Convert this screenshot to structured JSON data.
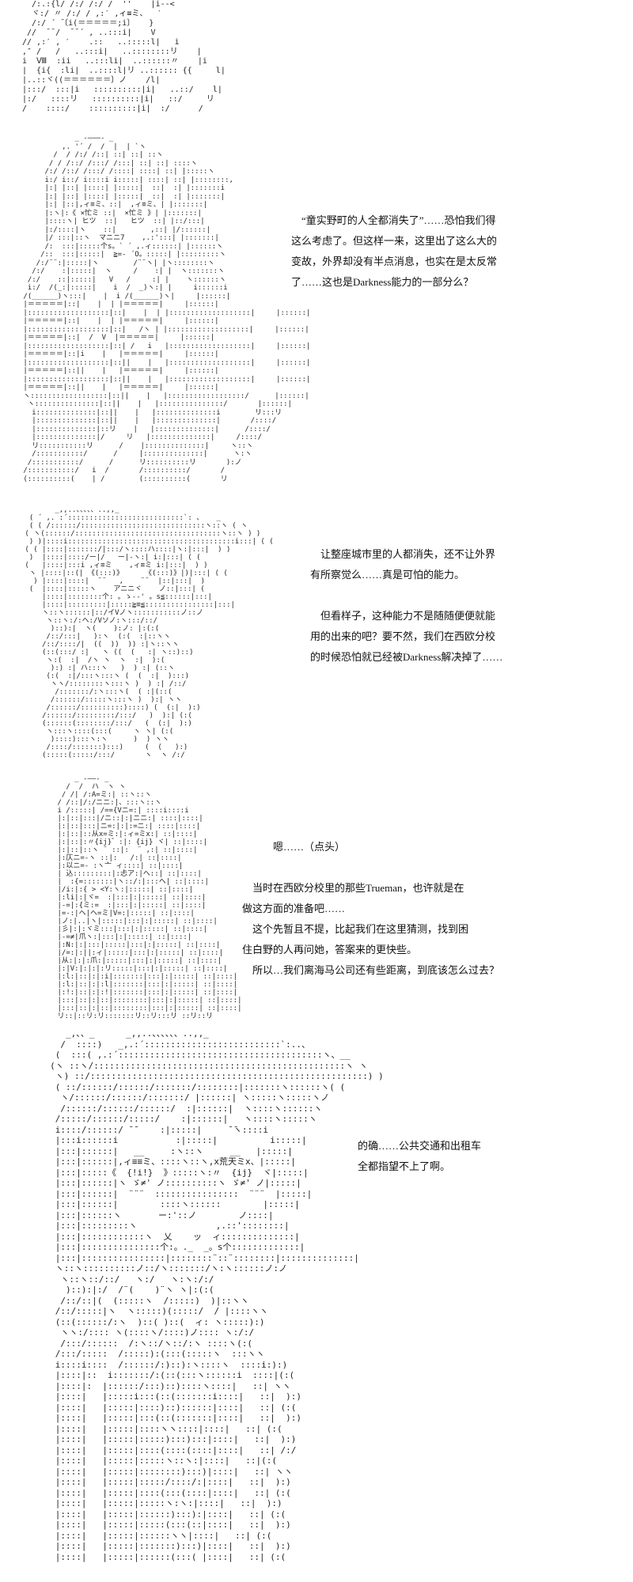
{
  "colors": {
    "background": "#ffffff",
    "ascii_art_ink": "#222222",
    "dialogue_ink": "#111111"
  },
  "panels": [
    {
      "id": "panel-1",
      "art": [
        "  /:.:{l/ /:/ /:/ /  ''    |i-‐<",
        "  ヾ:/ 〃 /:/ / ,:′ ,ィ≡ミ、  ′",
        "  /:/ ´ ̄〔i(＝＝＝＝＝;i〕   }",
        " //  ̄ ̄ /  ̄ ̄ ´ , ..:::i|    V",
        "// ,:′ , ′    .::   ..:::::l|   i",
        ",″ /   /   ..:::i|   ..::::::::リ    |",
        "i  Ⅷ  :ii   ..:::li|  ..::::::〃    |i",
        "|  {i{  :li|  ..::::l|リ ..:::::: {{     l|",
        "|..::ヾ((＝＝＝＝＝＝〕ノ    /l|",
        "|:::/  :::|i   ::::::::::|i|   ..::/    l|",
        "|:/   ::::リ   ::::::::::|i|   ::/     リ",
        "/    ::::/    ::::::::::|i|  :/      /"
      ]
    },
    {
      "id": "panel-2",
      "art": [
        "             _ -―――- _",
        "          ,. '´ /  /  |  | `ヽ",
        "        /  / /:/ /::| ::| ::| ::ヽ",
        "       / / /::/ /:::/ /:::| ::| ::| ::::ヽ",
        "      /:/ /::/ /:::/ /::::| ::::| ::| |:::::ヽ",
        "      i:/ i::/ i::::i i:::::| ::::| ::| |::::::::,",
        "      |:| |::| |::::| |:::::|  ::|  :| |:::::::i",
        "      |:| |::| |::::| |:::::|  ::|  :| |:::::::|",
        "      |:| |::|,ィ≡ミ、::|  ,ィ≡ミ、| |:::::::|",
        "      |:ヽ|:《 ×忙ミ ::|  ×忙ミ 》| |:::::::|",
        "      |::::ヽ| ヒツ  ::|   ヒツ  ::| |::/:::|",
        "      |:/::::|ヽ    ::|        ,::| |/::::::|",
        "      |/ :::|::ヽ  マニニ7    ,.:':::| |:::::::|",
        "      /:  :::|:::::个s。` ´ ,.ィ::::::| |::::::ヽ",
        "     /::  :::|:::::|  ≧=‐ ´O。:::::| |:::::::::ヽ",
        "    /:/¨¨:|:::::|ヽ        /¨¨ヽ| |ヽ::::::::ヽ",
        "   /:/    :|:::::|  ヽ     /    :| |  ヽ:::::::ヽ",
        "  /:/    ::|:::::|   V   /     :| |    ヽ::::::ヽ",
        "  i:/  /(_:|:::::|    i  /  _)ヽ:| |     i::::::i",
        " /(______)ヽ:::|    |  i /(______)ヽ|     |::::::|",
        " |＝＝＝＝＝|::|    |  | |＝＝＝＝＝|     |::::::|",
        " |:::::::::::::::::::|::|    |  | |:::::::::::::::::::|     |::::::|",
        " |＝＝＝＝＝|::|    |  | |＝＝＝＝＝|     |::::::|",
        " |:::::::::::::::::::|::|   /ヽ | |:::::::::::::::::::|     |::::::|",
        " |＝＝＝＝＝|::|  /  V  |＝＝＝＝＝|     |::::::|",
        " |:::::::::::::::::::|::| /   i   |:::::::::::::::::::|     |::::::|",
        " |＝＝＝＝＝|::|i    |   |＝＝＝＝＝|     |::::::|",
        " |:::::::::::::::::::|::||    |   |:::::::::::::::::::|     |::::::|",
        " |＝＝＝＝＝|::||    |   |＝＝＝＝＝|     |::::::|",
        " |:::::::::::::::::::|::||    |   |:::::::::::::::::::|     |::::::|",
        " |＝＝＝＝＝|::||    |   |＝＝＝＝＝|     |::::::|",
        " ヽ::::::::::::::::::|::||    |   |::::::::::::::::::/      |::::::|",
        "  ヽ:::::::::::::::|::||    |   |:::::::::::::::/       |::::::|",
        "   i::::::::::::::|::||    |   |::::::::::::::i        リ:::リ",
        "   |::::::::::::::|::||    |   |::::::::::::::|       /::::/",
        "   |::::::::::::::|::リ    |   |::::::::::::::|      /::::/",
        "   |::::::::::::::|/     リ   |::::::::::::::|     /::::/",
        "   リ:::::::::::リ      /    |::::::::::::::|     ヽ::ヽ",
        "   /:::::::::::/      /     |::::::::::::::|      ヽ:ヽ",
        "  /:::::::::::/      /      リ::::::::::リ       ):ノ",
        " /:::::::::::/   i  /       /::::::::::/       /",
        " (::::::::::(    | /        (::::::::::(       リ"
      ],
      "dialogue": [
        "　“童实野町的人全都消失了”……恐怕我们得",
        "这么考虑了。但这样一来，这里出了这么大的",
        "变故，外界却没有半点消息，也实在是太反常",
        "了……这也是Darkness能力的一部分么？"
      ]
    },
    {
      "id": "panel-3",
      "art": [
        "        _,,..、、、、、..,,_",
        "  ( ´ ,. :´:::::::::::::::::::::::::::`: 、   _",
        "  ( ( /::::::/:::::::::::::::::::::::::::::ヽ::ヽ ( ヽ",
        " ( ヽ(::::::/::::::::::::::::::::::::::::::::::ヽ::ヽ ) )",
        "  ) )|::::i:::::::::::::::::::::::::::::::::::::::i:::| ( (",
        " ( ( |::::|:::::::/|:::/ヽ::::ハ::::|ヽ:|:::|  ) )",
        "  )  |::::|::::/ー|/   ー|-ヽ:| i:|:::| ( (",
        " (   |::::|:::i ,ィ≡ミ    ,ィ≡ミ i:|:::|  ) )",
        "  ヽ |::::|::(| 《(:::)》     《(:::)》|)|:::| ( (",
        "   ) |::::|::::|  ¨¨   ,    ¨¨  |::|:::|  )",
        "  (  |::::|:::::ヽ    アニニヾ    ノ::|:::| (",
        "     |::::|::::::::个: 。ゝ-‐' 。s≦::::::|:::|",
        "     |::::|:::::::::|:::::≧≡≦::::::::::::::::|:::|",
        "     ヽ::ヽ::::::|::/イVノヽ:::::::::::ノ::ノ",
        "      ヽ::ヽ:/:ヘ:/Vソノ:ヽ:::/::/",
        "       )::):|  ヽ(    ):ノ: |:(:(",
        "      /::/:::|   ):ヽ  (:(  :|::ヽヽ",
        "     /::/::::/|  ((  ))  )) :|ヽ::ヽヽ",
        "     (::(:::/ :|   ヽ ((  (   :| ヽ::)::)",
        "      ヽ:(  :|  /ヽ ヽ  ヽ  :|  ):(",
        "       ):) :| ハ:::ヽ   )  ) :| (::ヽ",
        "      (:(  :|/:::ヽ:::ヽ (  (  :|  ):::)",
        "       ヽヽ/::::::::ヽ:::ヽ )  ) :| /::/",
        "        /:::::::/:ヽ:::ヽ(  ( :|(::(",
        "       /::::::/:::::ヽ:::ヽ )  ):| ヽヽ",
        "      /::::::/::::::::::)::::) (  (:|  ):)",
        "     /::::::/:::::::::/:::/   )  ):| (:(",
        "     (::::::(::::::::/:::/   (  (:|  ):)",
        "      ヽ:::ヽ::::(:::(     ヽ ヽ| (:(",
        "       )::::):::ヽ:ヽ      )  ) ヽヽ",
        "      /::::/:::::::):::)     (  (   ):)",
        "     (:::::(:::::/:::/       ヽ  ヽ /:/"
      ],
      "dialogue": [
        "　让整座城市里的人都消失，还不让外界",
        "有所察觉么……真是可怕的能力。",
        "",
        "　但看样子，这种能力不是随随便便就能",
        "用的出来的吧？要不然，我们在西欧分校",
        "的时候恐怕就已经被Darkness解决掉了……"
      ]
    },
    {
      "id": "panel-4",
      "art": [
        "          _ -――- _",
        "        /  /  ハ  ヽ ヽ",
        "       / /| /:A=ミ:| ::ヽ::ヽ",
        "      / /::|/:/ニニ:|、:::ヽ::ヽ",
        "      i /:::::| /=={Vニ=:| ::::i::::i",
        "      |:|::|:::|/ニ::|:|ニニ:| ::::|::::|",
        "      |:|::|:::|ニ=:|:|:=ニ:| ::::|::::|",
        "      |:|::|::从x=ミ:|:ィ=ミx:| ::|::::|",
        "      |:|::|:〃{ij}゛:|: {ij} ヾ| ::|::::|",
        "      |:|::|::ヽ ¨ ::|:  ¨ ,:| ::|::::|",
        "      |:仄ニ=-ヽ ::|:   /:| ::|::::|",
        "      |:以ニ=- :ヽ亠 ィ::::| ::|::::|",
        "      | 込:::::::::|:忐ア:|ヘ::| ::|::::|",
        "      |  :{=:::::::|ヽ::/:|:::ヘ| ::|::::|",
        "      |/i:|:{ > <Y:ヽ:|:::::| ::|::::|",
        "      |:li|:|ヾ=  :|:::|:|:::::| ::|::::|",
        "      |-=|:{ミ:=  :|:::|:|:::::| ::|::::|",
        "      |=-:|ヘ|ヘ=ミ|V=:|:::::| ::|::::|",
        "      |ノ:|..|ヽ|:::::|:::|:|:::::| ::|::::|",
        "      |彡|:|:ヾミ:::|:::|:|:::::| ::|::::|",
        "      |-=≠|爪ヽ:|:::|:|:::::| ::|::::|",
        "      |:N:|:|:::|:::::|:::|:|:::::| ::|::::|",
        "      |/=:|:||:ィ|:::::|:::|:|:::::| ::|::::|",
        "      |从:|:|:爪:|:::::|:::|:|:::::| ::|::::|",
        "      |:|V:|:|:|:リ:::::|:::|:|:::::| ::|::::|",
        "      |:l:|::|:|:i|:::::::|:::|:|:::::| ::|::::|",
        "      |:l:|::|:|:l|:::::::|:::|:|:::::| ::|::::|",
        "      |:!:|::|:|:!|:::::::|:::|:|:::::| ::|::::|",
        "      |:::|::|:|::|::::::::|:::|:|:::::| ::|::::|",
        "      |:::|::|:|::|::::::::|:::|:|:::::| ::|::::|",
        "      リ::|::リ:リ:::::::リ::リ:::リ ::リ::リ"
      ],
      "dialogue": [
        "　　　嗯……（点头）",
        "",
        "　当时在西欧分校里的那些Trueman，也许就是在",
        "做这方面的准备吧……",
        "　这个先暂且不提，比起我们在这里猜测，找到困",
        "住白野的人再问她，答案来的更快些。",
        "　所以…我们离海马公司还有些距离，到底该怎么过去？"
      ]
    },
    {
      "id": "panel-5",
      "art": [
        "        _,、、_      _,,..、、、、、、..,,_",
        "       /  ::::)   _,.:´::::::::::::::::::::::::::`:..、",
        "      (  :::( ,.:´:::::::::::::::::::::::::::::::::::::::ヽ、__",
        "     (ヽ ::ヽ/::::::::::::::::::::::::::::::::::::::::::::::::ヽ ヽ",
        "      ヽ) ::/:::::::::::::::::::::::::::::::::::::::::::::::::::::) )",
        "      ( ::/::::::/::::::/:::::::/::::::::|:::::::ヽ::::::ヽ( (",
        "       ヽ/::::::/::::::/:::::::/ |::::::| ヽ:::::ヽ:::::ヽノ",
        "       /::::::/::::::/::::::/  :|::::::|  ヽ::::ヽ::::::ヽ",
        "      /:::::/::::::/:::::/    :|::::::|   ヽ::::ヽ:::::ヽ",
        "      i::::/::::::/ ̄ ̄     :|:::::|     ̄ ̄ヽ::::i",
        "      |:::i::::::i           :|:::::|          i:::::|",
        "      |:::|::::::|   __     :ヽ::ヽ     __   |:::::|",
        "      |:::|::::::|,ィ≡≡ミ、::::ヽ::ヽ,x荒天ミx、|:::::|",
        "      |:::|:::::《  {!i!}  》:::::ヽ:〃  {ij}  ヾ|:::::|",
        "      |:::|::::::|ヽ ゞ≠' ノ::::::::::ヽ ゞ≠' ノ|:::::|",
        "      |:::|::::::|  ¨¨¨  ::::::::::::::::  ¨¨¨  |:::::|",
        "      |:::|::::::|        ::::ヽ::::::        |:::::|",
        "      |:::|::::::ヽ       ー:'::ノ        ノ::::|",
        "      |:::|:::::::::ヽ               ,.::'::::::::|",
        "      |:::|::::::::::::ヽ  乂    ッ  ィ::::::::::::::|",
        "      |:::|:::::::::::::::个:。._  _。s个:::::::::::::|",
        "      |:::|::::::::::::::::|::::::::¨::¨::::::::|::::::::::::::|",
        "      ヽ::ヽ::::::::::ノ::/ヽ:::::::/ヽ:ヽ::::::ノ:ノ",
        "       ヽ::ヽ::/::/   ヽ:/   ヽ:ヽ:/:/",
        "        )::):|:/  /¨(    )¨ヽ ヽ|:(:(",
        "       /::/::|(  (:::::ヽ  /:::::)  )|::ヽヽ",
        "      /::/:::::|ヽ  ヽ:::::)(:::::/  / |::::ヽヽ",
        "      (::(::::::/:ヽ  )::( )::(  ィ: ヽ:::::):)",
        "       ヽヽ:/:::: ヽ(::::ヽ/::::)ノ:::: ヽ:/:/",
        "       /:::/::::::  /:ヽ::/ヽ::/:ヽ ::::ヽ(:(",
        "      /:::/:::::  /:::::):(:::(:::::ヽ  :::ヽヽ",
        "      i::::i::::  /::::::/:)::):ヽ::::ヽ  ::::i:):)",
        "      |::::|::  i:::::::/:(::(:::ヽ::::::i  ::::|(:(",
        "      |::::|:  |::::::/:::)::)::::ヽ::::|   ::| ヽヽ",
        "      |::::|   |:::::i:::(::(:::::::i::::|   ::|  ):)",
        "      |::::|   |:::::|::::)::)::::::|::::|   ::| (:(",
        "      |::::|   |:::::|:::(::(:::::::|::::|   ::|  ):)",
        "      |::::|   |:::::|::::ヽヽ::::|::::|   ::| (:(",
        "      |::::|   |:::::|:::::):::):::|::::|   ::|  ):)",
        "      |::::|   |:::::|::::(::::(::::|::::|   ::| /:/",
        "      |::::|   |:::::|:::::ヽ::ヽ:|::::|   ::|(:(",
        "      |::::|   |:::::|::::::::):::)|::::|   ::| ヽヽ",
        "      |::::|   |:::::|:::::/::::/:|::::|   ::|  ):)",
        "      |::::|   |:::::|::::(:::(::::|::::|   ::| (:(",
        "      |::::|   |:::::|:::::ヽ:ヽ:|::::|   ::|  ):)",
        "      |::::|   |:::::|::::::):::):|::::|   ::| (:(",
        "      |::::|   |:::::|:::::(:::(::|::::|   ::|  ):)",
        "      |::::|   |:::::|::::::ヽヽ|::::|   ::| (:(",
        "      |::::|   |:::::|:::::::):::)|::::|   ::|  ):)",
        "      |::::|   |:::::|::::::(:::( |::::|   ::| (:("
      ],
      "dialogue": [
        "的确……公共交通和出租车",
        "全都指望不上了啊。"
      ]
    }
  ]
}
